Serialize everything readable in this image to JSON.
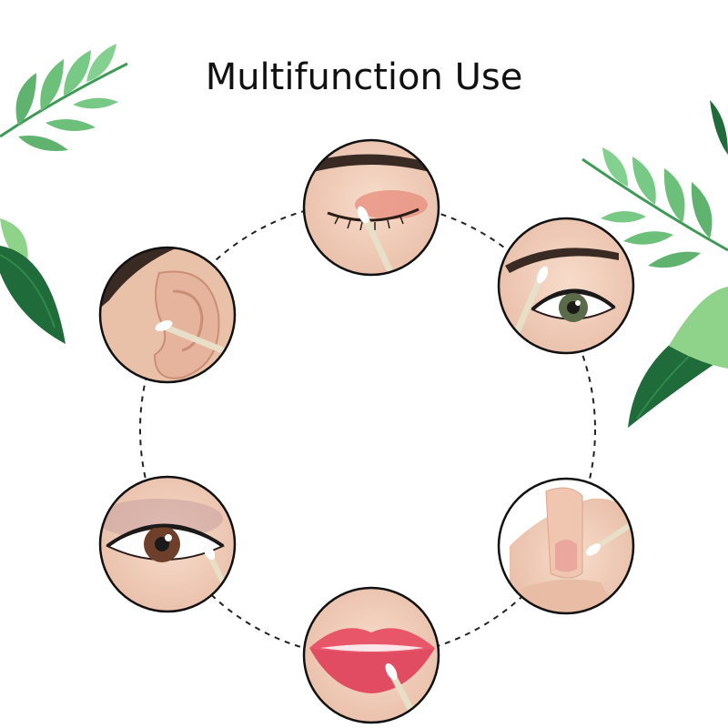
{
  "title": "Multifunction Use",
  "colors": {
    "background": "#ffffff",
    "title": "#111111",
    "ring_dash": "#222222",
    "circle_border": "#111111",
    "leaf_dark": "#1f6b3a",
    "leaf_mid": "#3f9a57",
    "leaf_light": "#8fd28a",
    "skin": "#f2cdb8",
    "skin_shadow": "#dca78f",
    "swab_stick": "#f4f2ea",
    "swab_tip": "#ffffff",
    "lips": "#e8566a",
    "iris_brown": "#6e3f2a",
    "iris_green": "#5a6b4a"
  },
  "uses": [
    {
      "id": "eyelid",
      "icon": "closed-eye-eyelid-swab"
    },
    {
      "id": "eye-corner",
      "icon": "open-eye-brow-swab"
    },
    {
      "id": "nails",
      "icon": "fingernail-swab"
    },
    {
      "id": "lips",
      "icon": "lips-swab"
    },
    {
      "id": "lower-lash",
      "icon": "lower-lash-swab"
    },
    {
      "id": "ear",
      "icon": "ear-swab"
    }
  ]
}
